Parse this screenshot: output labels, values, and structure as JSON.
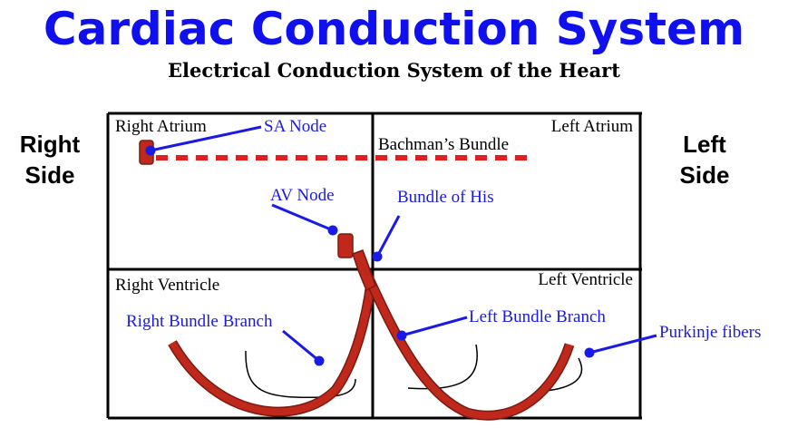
{
  "title": "Cardiac Conduction System",
  "subtitle": "Electrical Conduction System of the Heart",
  "sides": {
    "left": [
      "Right",
      "Side"
    ],
    "right": [
      "Left",
      "Side"
    ]
  },
  "regions": {
    "right_atrium": "Right Atrium",
    "left_atrium": "Left Atrium",
    "right_ventricle": "Right Ventricle",
    "left_ventricle": "Left Ventricle"
  },
  "callouts": {
    "sa_node": "SA Node",
    "bachmans_bundle": "Bachman’s Bundle",
    "av_node": "AV Node",
    "bundle_of_his": "Bundle of His",
    "right_bundle_branch": "Right Bundle Branch",
    "left_bundle_branch": "Left Bundle Branch",
    "purkinje_fibers": "Purkinje fibers"
  },
  "colors": {
    "title": "#1010ee",
    "callout_text": "#1a1ae8",
    "pathway": "#c0281c",
    "pathway_outline": "#7a1a10",
    "leader_line": "#1a1ae8"
  }
}
